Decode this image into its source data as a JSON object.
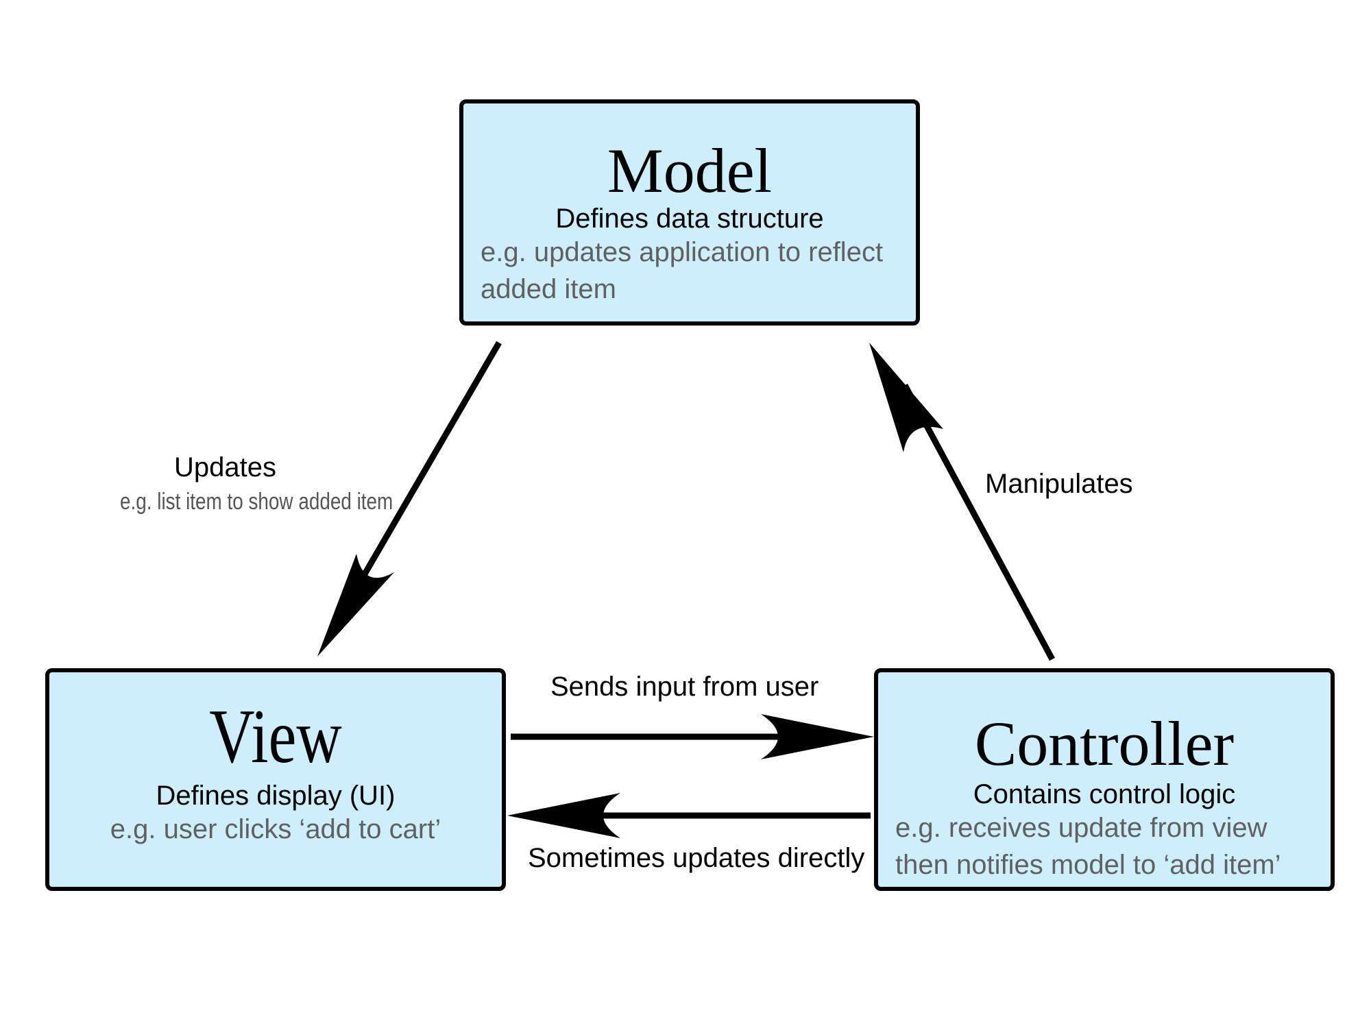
{
  "model": {
    "title": "Model",
    "subtitle": "Defines data structure",
    "example_line1": "e.g. updates application to reflect",
    "example_line2": "added item"
  },
  "view": {
    "title": "View",
    "subtitle": "Defines display (UI)",
    "example": "e.g. user clicks ‘add to cart’"
  },
  "controller": {
    "title": "Controller",
    "subtitle": "Contains control logic",
    "example_line1": "e.g. receives update from view",
    "example_line2": "then notifies model to ‘add item’"
  },
  "edges": {
    "model_to_view": {
      "label": "Updates",
      "example": "e.g. list item to show added item"
    },
    "controller_to_model": {
      "label": "Manipulates"
    },
    "view_to_controller": {
      "label": "Sends input from user"
    },
    "controller_to_view": {
      "label": "Sometimes updates directly"
    }
  },
  "colors": {
    "box_fill": "#cdeefc",
    "stroke": "#000000",
    "example_text": "#606060"
  }
}
